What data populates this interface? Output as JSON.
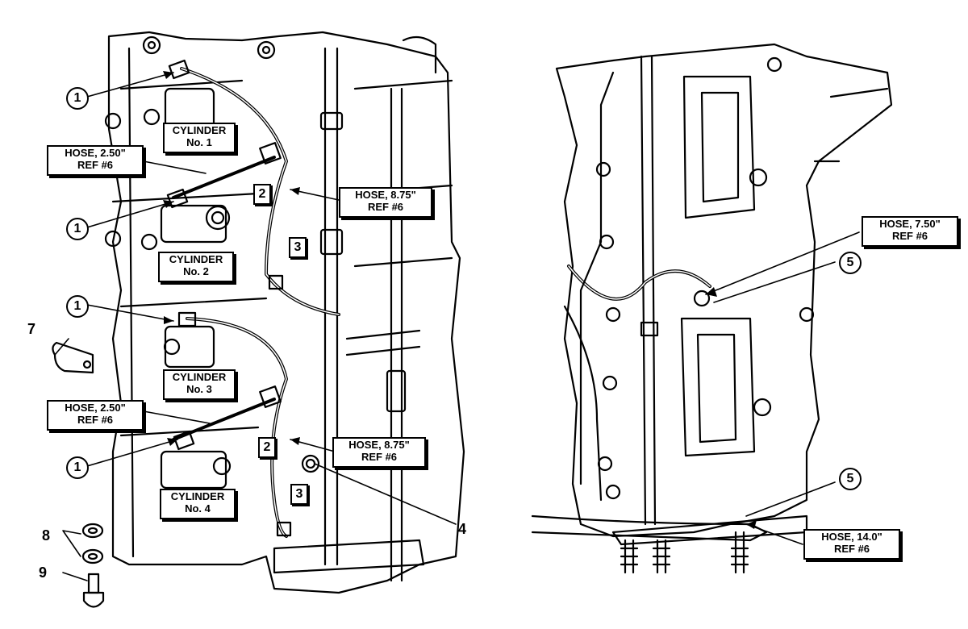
{
  "callouts": {
    "cyl1": {
      "line1": "CYLINDER",
      "line2": "No. 1"
    },
    "cyl2": {
      "line1": "CYLINDER",
      "line2": "No. 2"
    },
    "cyl3": {
      "line1": "CYLINDER",
      "line2": "No. 3"
    },
    "cyl4": {
      "line1": "CYLINDER",
      "line2": "No. 4"
    },
    "hose_a": {
      "line1": "HOSE,   2.50\"",
      "line2": "REF #6"
    },
    "hose_b": {
      "line1": "HOSE,   8.75\"",
      "line2": "REF #6"
    },
    "hose_c": {
      "line1": "HOSE,   2.50\"",
      "line2": "REF #6"
    },
    "hose_d": {
      "line1": "HOSE,   8.75\"",
      "line2": "REF #6"
    },
    "hose_e": {
      "line1": "HOSE,   7.50\"",
      "line2": "REF #6"
    },
    "hose_f": {
      "line1": "HOSE,   14.0\"",
      "line2": "REF #6"
    }
  },
  "circled": {
    "c1": "1",
    "c5": "5"
  },
  "boxed": {
    "b2": "2",
    "b3": "3"
  },
  "parts": {
    "p4": "4",
    "p7": "7",
    "p8": "8",
    "p9": "9"
  }
}
